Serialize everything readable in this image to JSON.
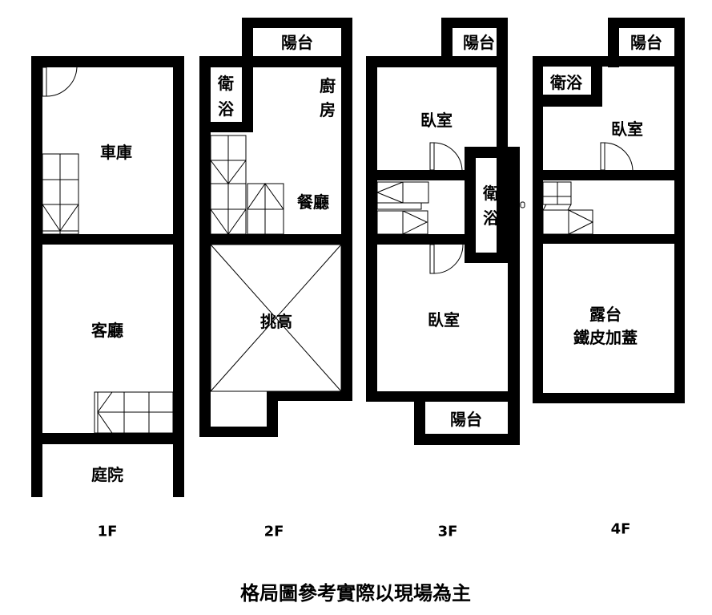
{
  "floors": [
    {
      "name": "1F",
      "rooms": [
        "車庫",
        "客廳",
        "庭院"
      ]
    },
    {
      "name": "2F",
      "rooms": [
        "陽台",
        "衛",
        "浴",
        "廚",
        "房",
        "餐廳",
        "挑高"
      ]
    },
    {
      "name": "3F",
      "rooms": [
        "陽台",
        "臥室",
        "衛",
        "浴",
        "臥室",
        "陽台"
      ]
    },
    {
      "name": "4F",
      "rooms": [
        "陽台",
        "衛浴",
        "臥室",
        "露台",
        "鐵皮加蓋"
      ]
    }
  ],
  "footer": "格局圖參考實際以現場為主"
}
